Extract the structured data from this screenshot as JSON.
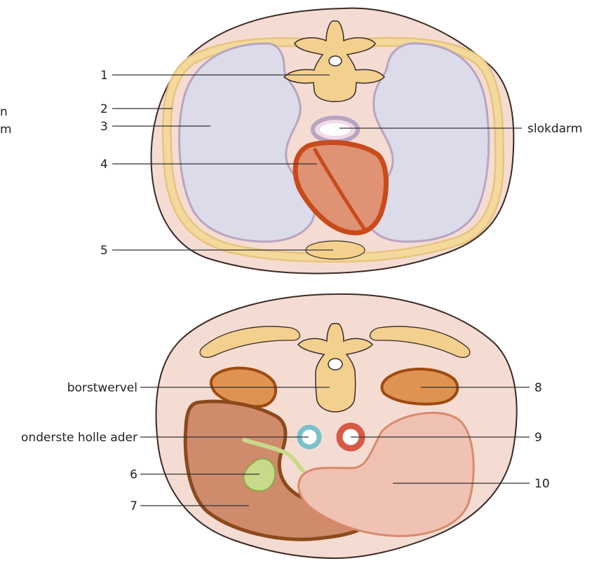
{
  "top_section": {
    "labels": {
      "n1": "1",
      "n2": "2",
      "n3": "3",
      "n4": "4",
      "n5": "5",
      "esophagus": "slokdarm"
    },
    "cut_off_fragments": {
      "a": "n",
      "b": "m"
    }
  },
  "bottom_section": {
    "labels": {
      "vertebra": "borstwervel",
      "ivc": "onderste holle ader",
      "n6": "6",
      "n7": "7",
      "n8": "8",
      "n9": "9",
      "n10": "10"
    }
  },
  "colors": {
    "body": "#f5dcd3",
    "rib": "#f1d08e",
    "pleura": "#c9b7cc",
    "lung": "#dcdbe9",
    "esophagus": "#f1d9e8",
    "heart_outline": "#c94a1a",
    "heart_fill": "#df9274",
    "kidney": "#de9352",
    "liver": "#cf8b6b",
    "liver_outline": "#8c4a1c",
    "gallbladder": "#c9d98a",
    "ivc": "#78c1cd",
    "aorta": "#d65a45",
    "stomach": "#efc2b3"
  }
}
